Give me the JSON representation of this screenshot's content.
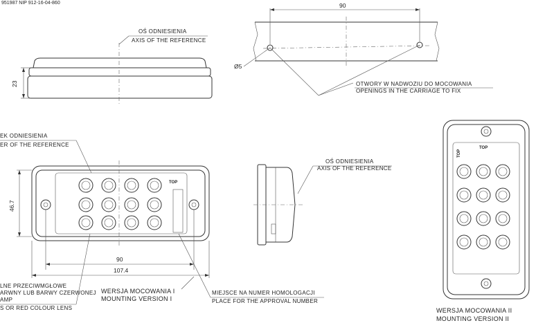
{
  "header_text": "951987 NIP 912-16-04-860",
  "dimensions": {
    "top_spacing": "90",
    "hole_diameter": "Ø5",
    "height": "23",
    "depth": "46.7",
    "hole_spacing": "90",
    "overall_length": "107.4"
  },
  "labels": {
    "axis_top_pl": "OŚ ODNIESIENIA",
    "axis_top_en": "AXIS OF THE REFERENCE",
    "openings_pl": "OTWORY W NADWOZIU DO MOCOWANIA",
    "openings_en": "OPENINGS IN THE CARRIAGE TO FIX",
    "axis_left_pl": "EK ODNIESIENIA",
    "axis_left_en": "ER OF THE REFERENCE",
    "axis_mid_pl": "OŚ ODNIESIENIA",
    "axis_mid_en": "AXIS OF THE REFERENCE",
    "lens_1": "LNE PRZECIWMGŁOWE",
    "lens_2": "ARWNY LUB BARWY CZERWONEJ",
    "lens_3": "AMP",
    "lens_4": "S OR RED COLOUR LENS",
    "version1_pl": "WERSJA MOCOWANIA I",
    "version1_en": "MOUNTING VERSION I",
    "homologation_pl": "MIEJSCE NA NUMER HOMOLOGACJI",
    "homologation_en": "PLACE FOR THE APPROVAL NUMBER",
    "version2_pl": "WERSJA MOCOWANIA II",
    "version2_en": "MOUNTING VERSION II",
    "top_mark": "TOP"
  }
}
